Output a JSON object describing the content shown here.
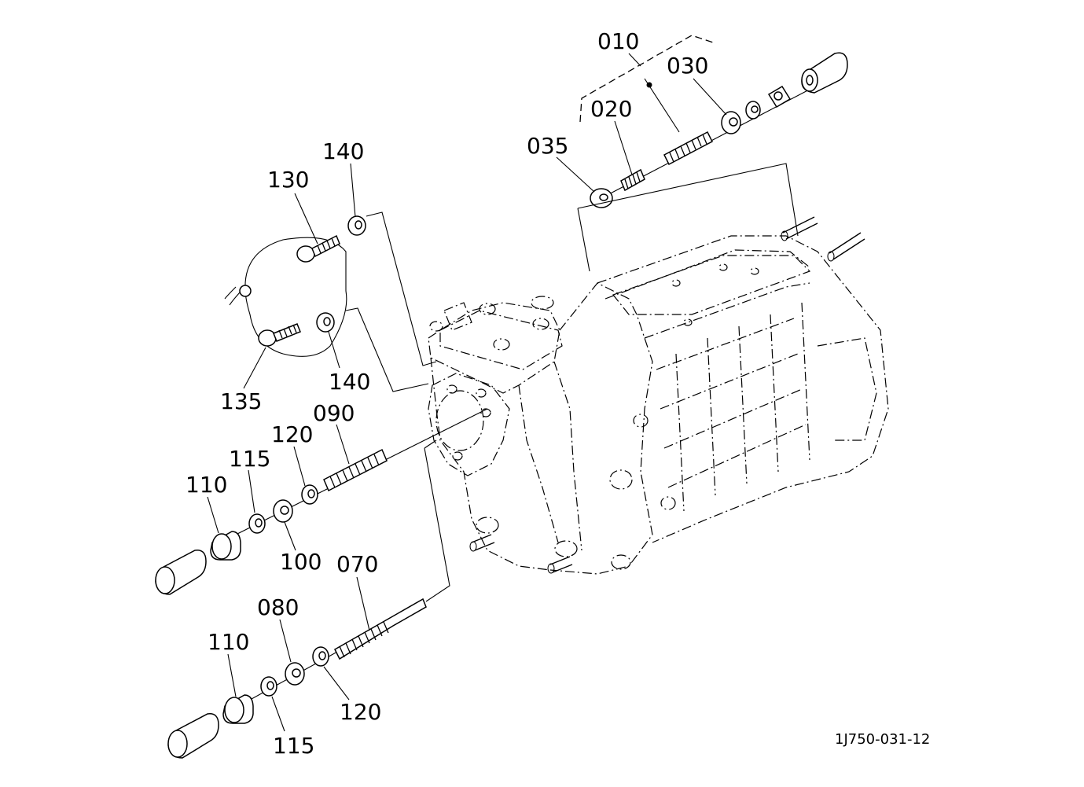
{
  "callouts": {
    "c010": "010",
    "c030": "030",
    "c020": "020",
    "c035": "035",
    "c140a": "140",
    "c130": "130",
    "c140b": "140",
    "c135": "135",
    "c120a": "120",
    "c090": "090",
    "c115a": "115",
    "c110a": "110",
    "c100": "100",
    "c070": "070",
    "c080": "080",
    "c110b": "110",
    "c120b": "120",
    "c115b": "115"
  },
  "drawing_code": "1J750-031-12"
}
